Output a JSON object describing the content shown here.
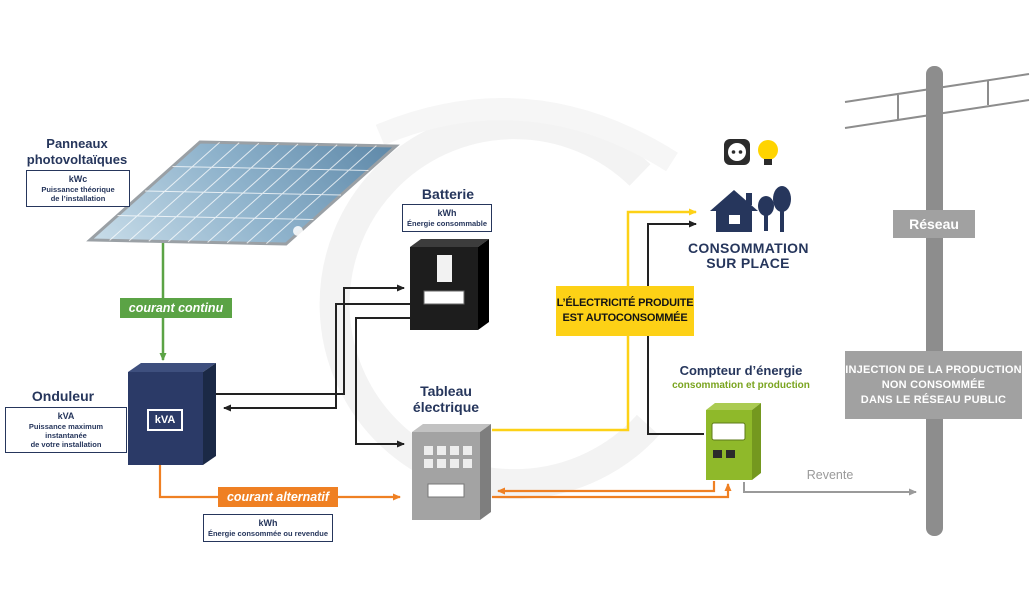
{
  "colors": {
    "navy": "#26365c",
    "dc_green": "#5ba345",
    "ac_orange": "#ef8023",
    "highlight_yellow": "#fdd116",
    "grid_gray": "#9a9a9a",
    "meter_green": "#8fb92a",
    "battery_black": "#1d1d1d",
    "panel_blue": "#6f9ab8"
  },
  "nodes": {
    "panels": {
      "title_line1": "Panneaux",
      "title_line2": "photovoltaïques",
      "spec_unit": "kWc",
      "spec_line1": "Puissance théorique",
      "spec_line2": "de l’installation"
    },
    "inverter": {
      "title": "Onduleur",
      "display_unit": "kVA",
      "spec_unit": "kVA",
      "spec_line1": "Puissance maximum instantanée",
      "spec_line2": "de votre installation"
    },
    "battery": {
      "title": "Batterie",
      "spec_unit": "kWh",
      "spec_line1": "Énergie consommable"
    },
    "switchboard": {
      "title_line1": "Tableau",
      "title_line2": "électrique"
    },
    "meter": {
      "title": "Compteur d’énergie",
      "subtitle": "consommation et production"
    },
    "consumption": {
      "line1": "CONSOMMATION",
      "line2": "SUR PLACE"
    },
    "grid": {
      "label": "Réseau"
    }
  },
  "flows": {
    "dc_label": "courant continu",
    "ac_label": "courant alternatif",
    "ac_spec_unit": "kWh",
    "ac_spec_line1": "Énergie consommée ou revendue",
    "self_consumption_line1": "L’ÉLECTRICITÉ PRODUITE",
    "self_consumption_line2": "EST AUTOCONSOMMÉE",
    "injection_line1": "INJECTION DE LA PRODUCTION",
    "injection_line2": "NON CONSOMMÉE",
    "injection_line3": "DANS LE RÉSEAU PUBLIC",
    "resale_label": "Revente"
  }
}
